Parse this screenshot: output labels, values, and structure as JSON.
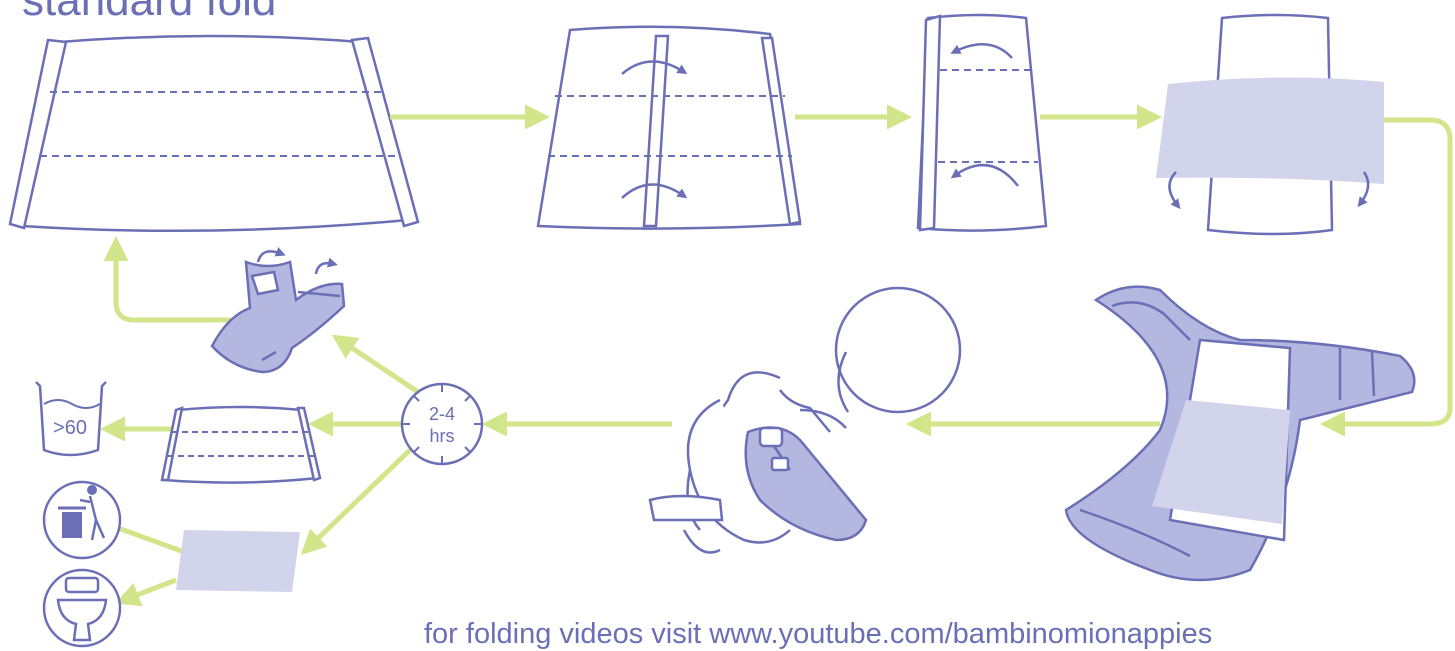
{
  "title": "standard fold",
  "timer_label_top": "2-4",
  "timer_label_bottom": "hrs",
  "wash_temperature": ">60",
  "footer_text": "for folding videos visit www.youtube.com/bambinomionappies",
  "colors": {
    "outline": "#6b6fb5",
    "fill": "#d2d4ec",
    "fill_dark": "#b4b7e0",
    "arrow": "#d3e58a",
    "text": "#6b6fb5"
  },
  "icons": [
    "trash-bin-icon",
    "toilet-icon",
    "wash-tub-icon",
    "clock-icon",
    "curved-arrow-icon"
  ]
}
